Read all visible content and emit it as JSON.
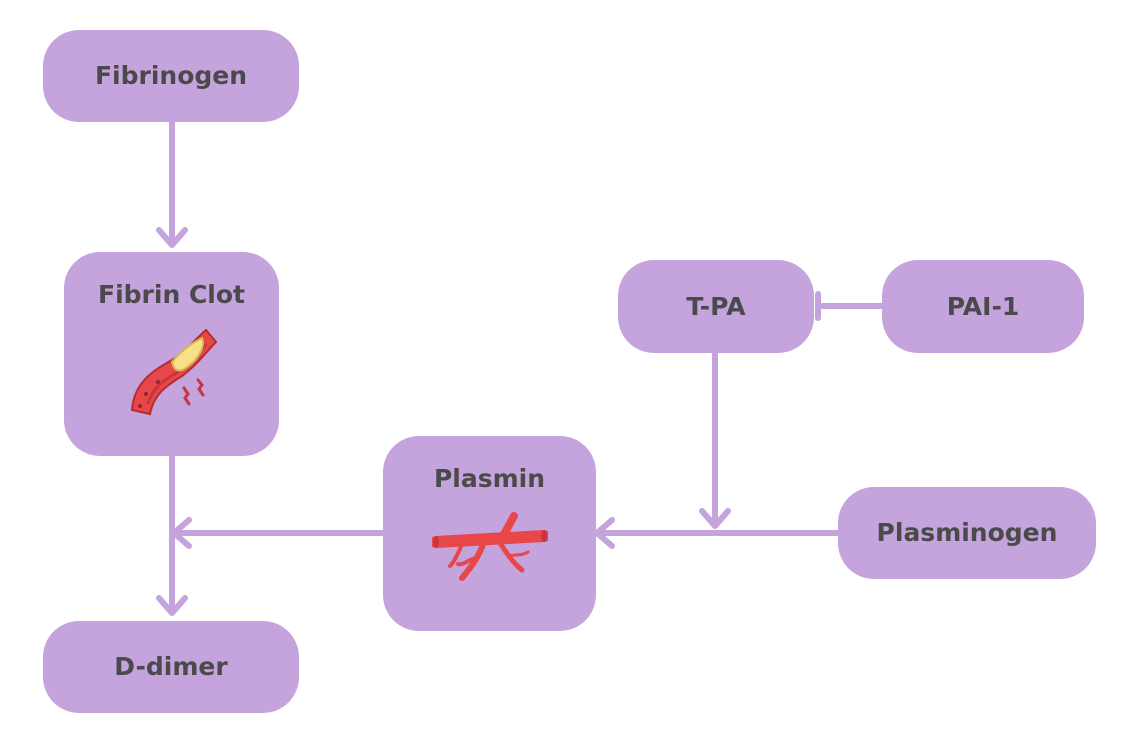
{
  "diagram": {
    "nodes": {
      "fibrinogen": "Fibrinogen",
      "fibrin_clot": "Fibrin Clot",
      "d_dimer": "D-dimer",
      "plasmin": "Plasmin",
      "t_pa": "T-PA",
      "pai_1": "PAI-1",
      "plasminogen": "Plasminogen"
    },
    "colors": {
      "node_fill": "#c5a3dc",
      "connector": "#c5a3dc",
      "text": "#4a4a4a",
      "illustration_red": "#e8474a",
      "illustration_yellow": "#f6e08a"
    },
    "edges": [
      {
        "from": "fibrinogen",
        "to": "fibrin_clot",
        "type": "arrow"
      },
      {
        "from": "fibrin_clot",
        "to": "d_dimer",
        "type": "arrow"
      },
      {
        "from": "plasmin",
        "to": "fibrin_clot-d_dimer line",
        "type": "arrow"
      },
      {
        "from": "plasminogen",
        "to": "plasmin",
        "type": "arrow"
      },
      {
        "from": "t_pa",
        "to": "plasminogen-plasmin line",
        "type": "arrow"
      },
      {
        "from": "pai_1",
        "to": "t_pa",
        "type": "inhibition"
      }
    ],
    "icons": {
      "fibrin_clot": "blood-vessel-clot-icon",
      "plasmin": "blood-vessel-branch-icon"
    }
  }
}
